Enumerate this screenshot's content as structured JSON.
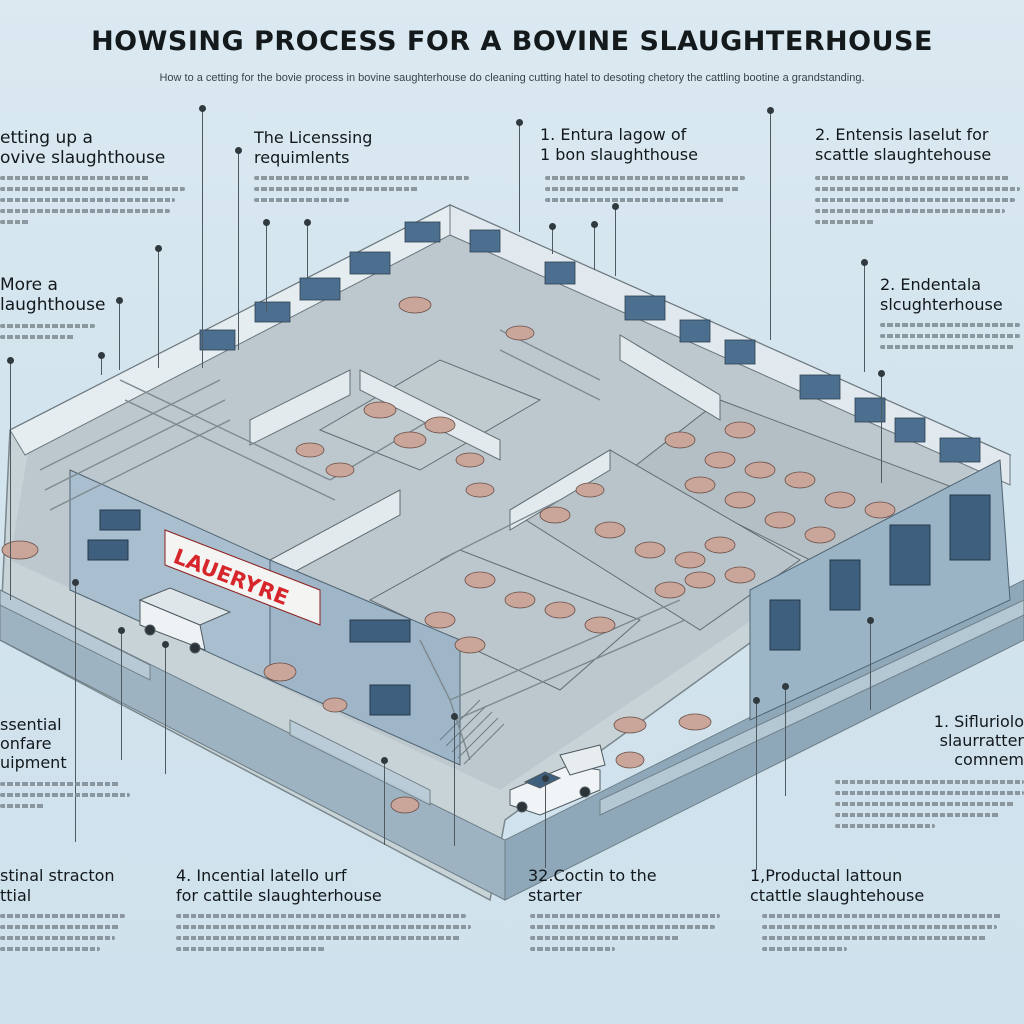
{
  "header": {
    "title": "HOWSING PROCESS FOR A BOVINE SLAUGHTERHOUSE",
    "subtitle": "How to a cetting for the bovie process in bovine saughterhouse do cleaning cutting hatel to desoting chetory the cattling bootine a grandstanding."
  },
  "callouts": [
    {
      "id": "setting-up",
      "line1": "etting up a",
      "line2": "ovive slaughthouse"
    },
    {
      "id": "licensing",
      "line1": "The Licenssing",
      "line2": "requimlents"
    },
    {
      "id": "enture-layout",
      "line1": "1. Entura lagow of",
      "line2": "1 bon slaughthouse"
    },
    {
      "id": "entensis-layout",
      "line1": "2. Entensis laselut for",
      "line2": "scattle slaughtehouse"
    },
    {
      "id": "more-slaughterhouse",
      "line1": "More a",
      "line2": "laughthouse"
    },
    {
      "id": "endentale",
      "line1": "2. Endentala",
      "line2": "slcughterhouse"
    },
    {
      "id": "essential-equipment",
      "line1": "ssential",
      "line2": "onfare",
      "line3": "uipment"
    },
    {
      "id": "sifluriolo",
      "line1": "1. Sifluriolo",
      "line2": "slaurratter",
      "line3": "comnem"
    },
    {
      "id": "structure",
      "line1": "stinal stracton",
      "line2": "ttial"
    },
    {
      "id": "incential",
      "line1": "4. Incential latello urf",
      "line2": "for cattile slaughterhouse"
    },
    {
      "id": "cost",
      "line1": "32.Coctin to the",
      "line2": "starter"
    },
    {
      "id": "productal",
      "line1": "1,Productal lattoun",
      "line2": "ctattle slaughtehouse"
    }
  ],
  "plant": {
    "sign_text": "LAUERYRE",
    "colors": {
      "wall_light": "#dde6ec",
      "wall_blue": "#9ab4c6",
      "floor": "#b9c6cc",
      "sign_red": "#d6262b",
      "cattle": "#c9a59a",
      "rail": "#7d8a90"
    }
  }
}
